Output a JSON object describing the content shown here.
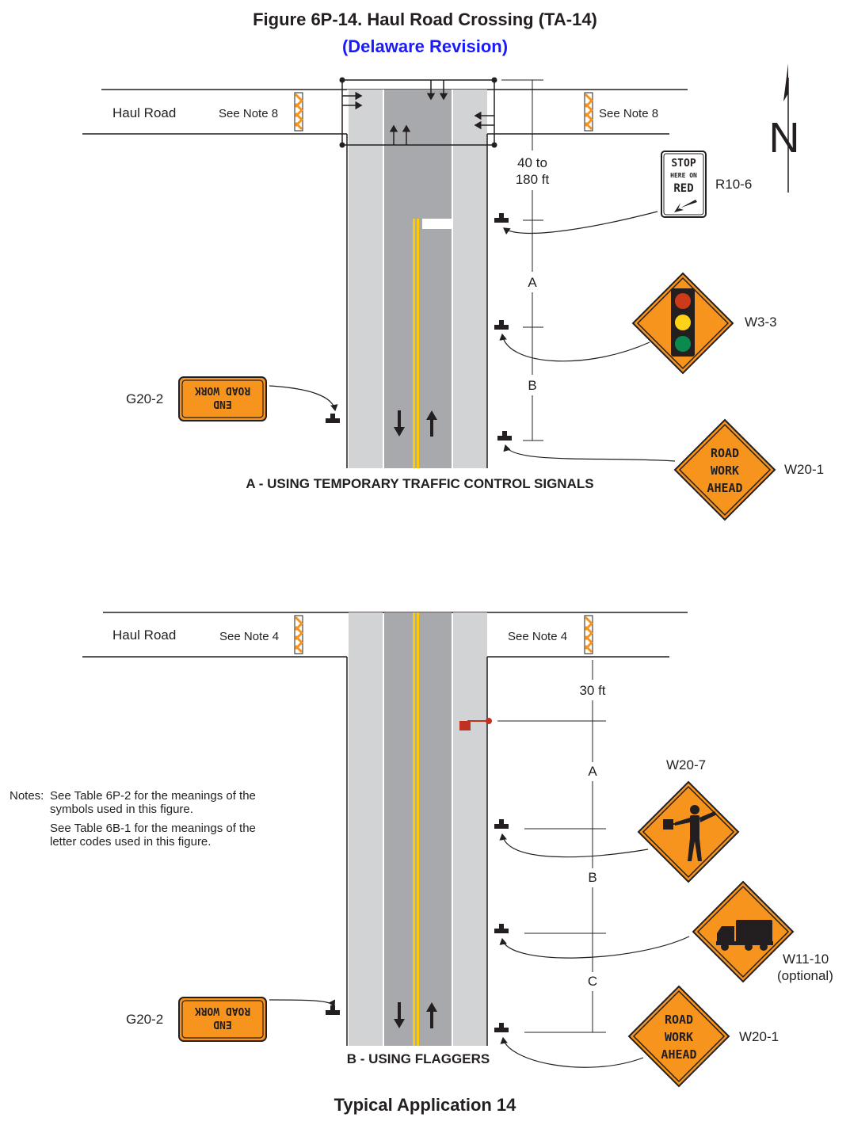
{
  "title": "Figure 6P-14.  Haul Road Crossing (TA-14)",
  "subtitle": "(Delaware Revision)",
  "footer": "Typical Application 14",
  "colors": {
    "orange": "#f7941d",
    "pavement": "#a7a9ac",
    "shoulder": "#d1d3d4",
    "yellow": "#ffcb05",
    "title_blue": "#1a1aff",
    "flag_red": "#c0311f"
  },
  "compass": "N",
  "panel_a": {
    "caption": "A - USING TEMPORARY TRAFFIC CONTROL SIGNALS",
    "road_label": "Haul Road",
    "note_left": "See Note 8",
    "note_right": "See Note 8",
    "dim_top": [
      "40 to",
      "180 ft"
    ],
    "dim_a": "A",
    "dim_b": "B",
    "signs": {
      "r10_6": {
        "code": "R10-6",
        "lines": [
          "STOP",
          "HERE ON",
          "RED"
        ]
      },
      "w3_3": {
        "code": "W3-3"
      },
      "w20_1": {
        "code": "W20-1",
        "lines": [
          "ROAD",
          "WORK",
          "AHEAD"
        ]
      },
      "g20_2": {
        "code": "G20-2",
        "lines": [
          "END",
          "ROAD WORK"
        ]
      }
    }
  },
  "panel_b": {
    "caption": "B - USING FLAGGERS",
    "road_label": "Haul Road",
    "note_left": "See Note 4",
    "note_right": "See Note 4",
    "dim_top": "30 ft",
    "dim_a": "A",
    "dim_b": "B",
    "dim_c": "C",
    "signs": {
      "w20_7": {
        "code": "W20-7"
      },
      "w11_10": {
        "code": "W11-10",
        "sub": "(optional)"
      },
      "w20_1": {
        "code": "W20-1",
        "lines": [
          "ROAD",
          "WORK",
          "AHEAD"
        ]
      },
      "g20_2": {
        "code": "G20-2",
        "lines": [
          "END",
          "ROAD WORK"
        ]
      }
    }
  },
  "notes": {
    "label": "Notes:",
    "line1": "See Table 6P-2 for the meanings of the symbols used in this figure.",
    "line2": "See Table 6B-1 for the meanings of the letter codes used in this figure."
  }
}
